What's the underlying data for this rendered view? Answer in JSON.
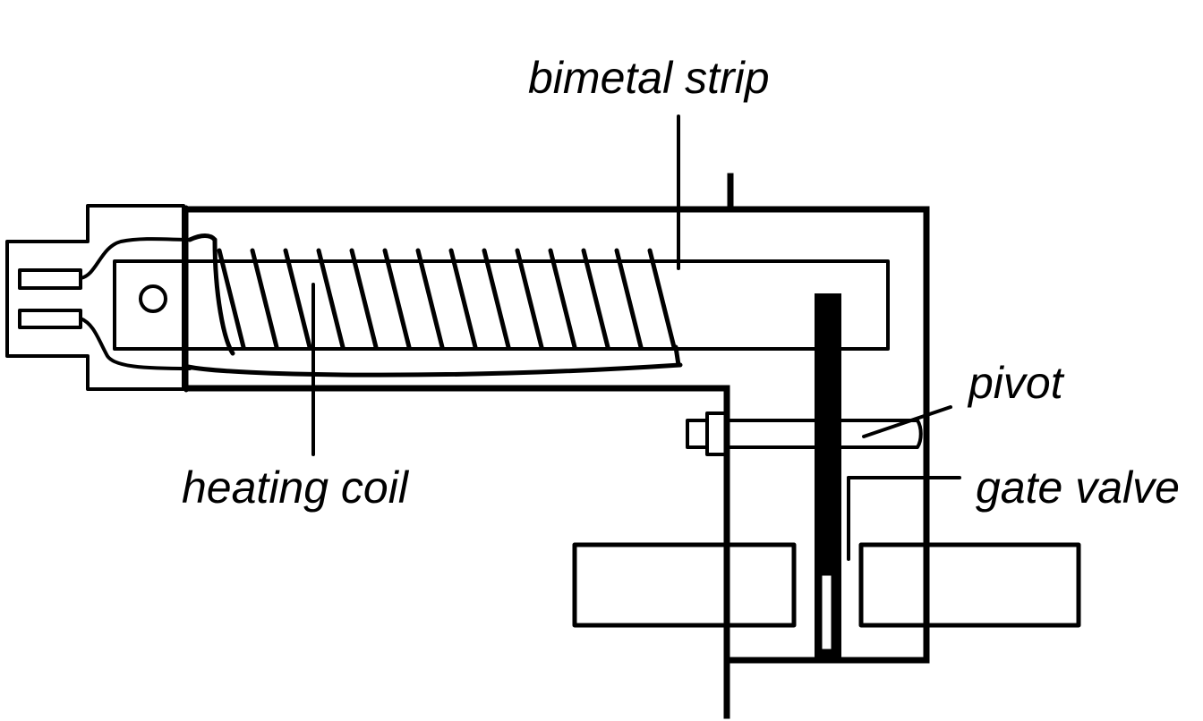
{
  "labels": {
    "bimetal_strip": "bimetal strip",
    "heating_coil": "heating coil",
    "pivot": "pivot",
    "gate_valve": "gate valve"
  },
  "colors": {
    "ink": "#000000",
    "paper": "#ffffff"
  }
}
